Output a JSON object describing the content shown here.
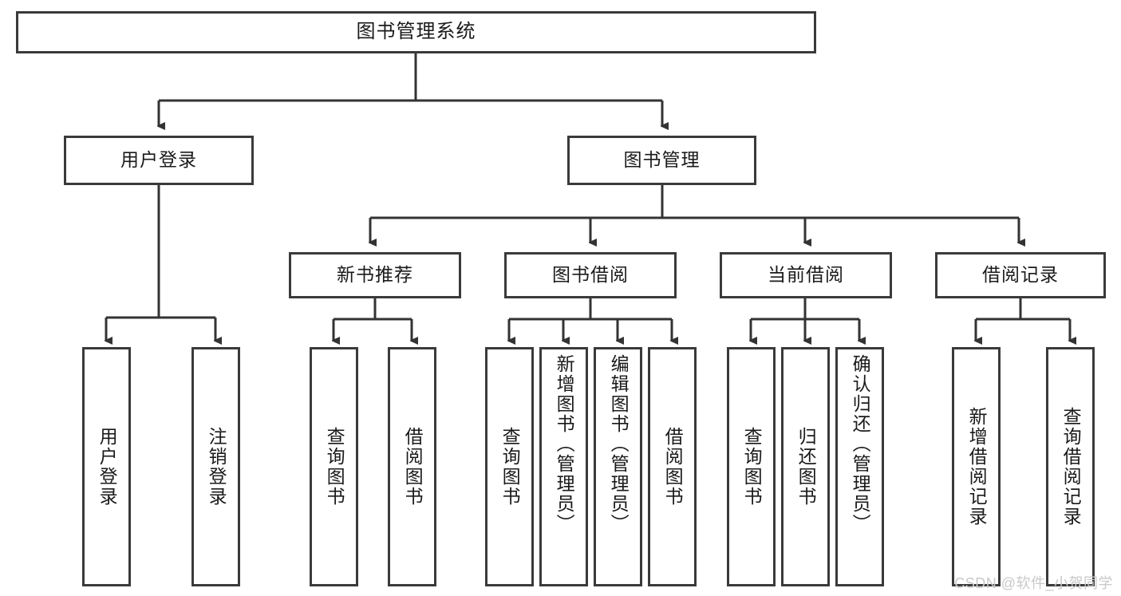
{
  "diagram": {
    "title": "图书管理系统",
    "type": "tree",
    "watermark": "CSDN @软件_小贺同学",
    "colors": {
      "box_border": "#3a3a3a",
      "box_fill": "#ffffff",
      "connector": "#333333",
      "text": "#1a1a1a",
      "watermark": "#c9c9c9"
    },
    "root": {
      "label": "图书管理系统"
    },
    "level2": [
      {
        "label": "用户登录"
      },
      {
        "label": "图书管理"
      }
    ],
    "level3": [
      {
        "label": "新书推荐"
      },
      {
        "label": "图书借阅"
      },
      {
        "label": "当前借阅"
      },
      {
        "label": "借阅记录"
      }
    ],
    "leaves": {
      "user_login": [
        {
          "label": "用户登录"
        },
        {
          "label": "注销登录"
        }
      ],
      "new_book_recommend": [
        {
          "label": "查询图书"
        },
        {
          "label": "借阅图书"
        }
      ],
      "book_borrow": [
        {
          "label": "查询图书"
        },
        {
          "label": "新增图书（管理员）"
        },
        {
          "label": "编辑图书（管理员）"
        },
        {
          "label": "借阅图书"
        }
      ],
      "current_borrow": [
        {
          "label": "查询图书"
        },
        {
          "label": "归还图书"
        },
        {
          "label": "确认归还（管理员）"
        }
      ],
      "borrow_record": [
        {
          "label": "新增借阅记录"
        },
        {
          "label": "查询借阅记录"
        }
      ]
    }
  }
}
